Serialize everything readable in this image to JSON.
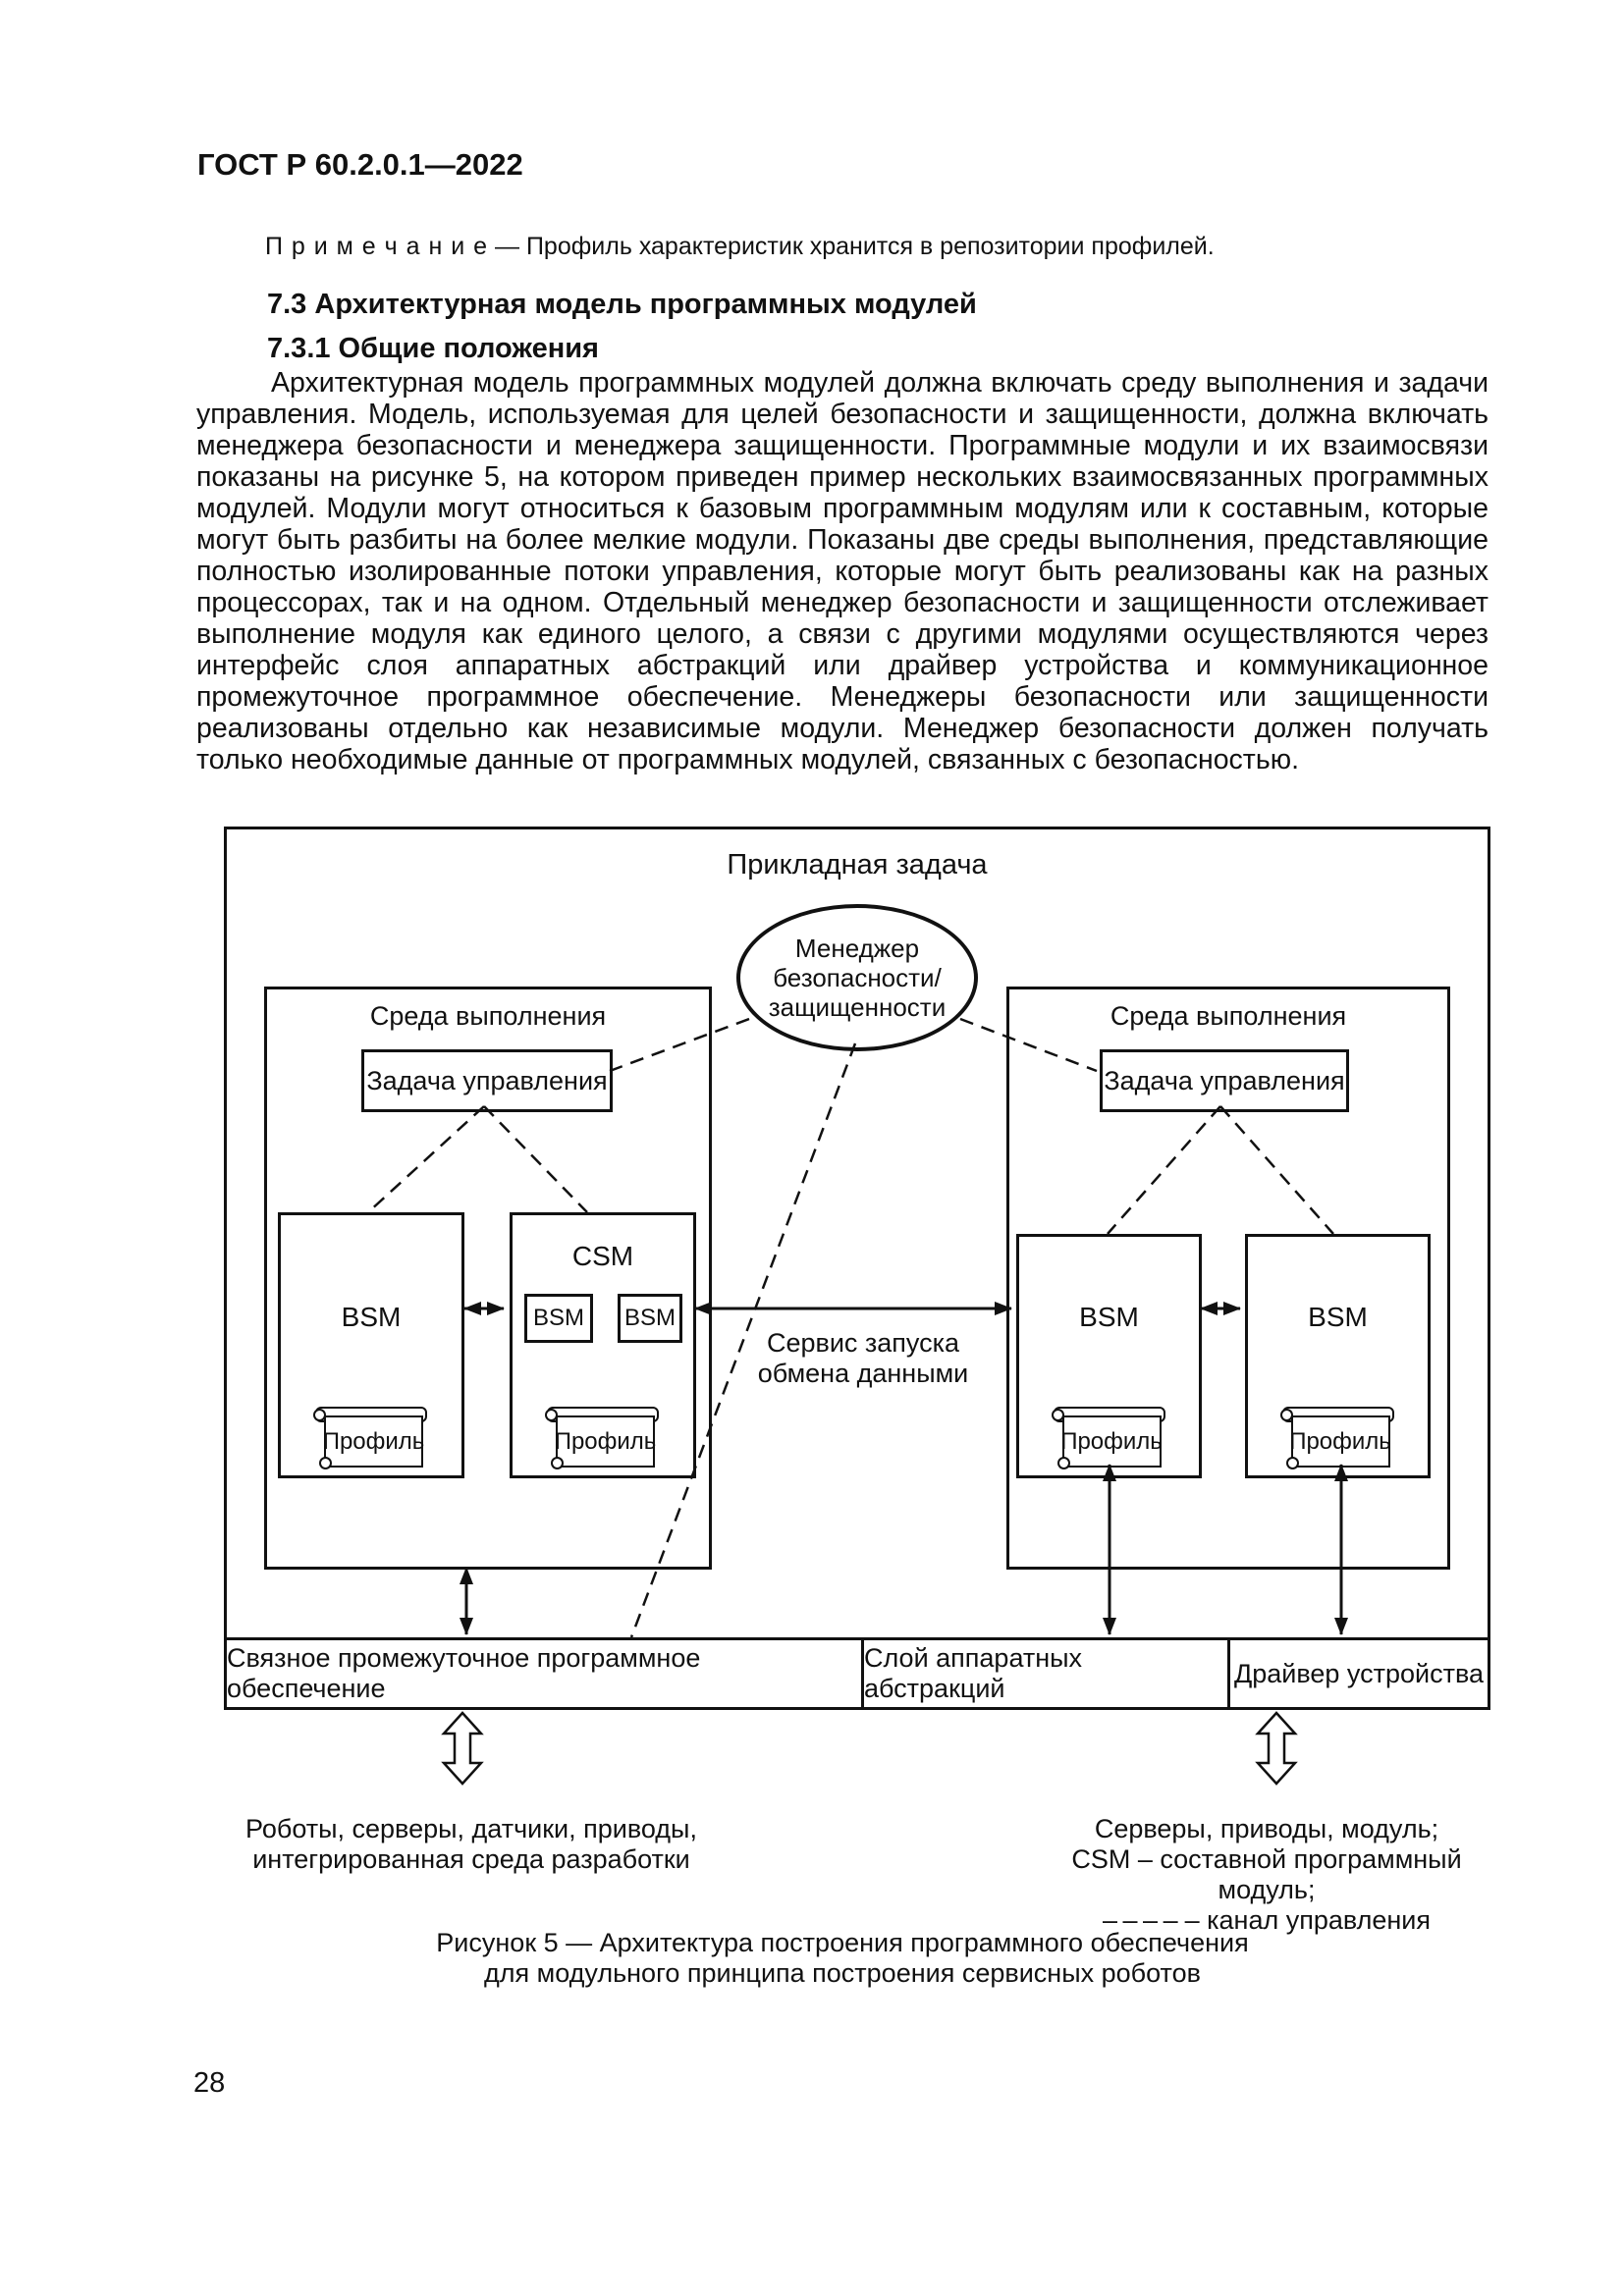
{
  "colors": {
    "ink": "#111111",
    "background": "#ffffff"
  },
  "page": {
    "header": "ГОСТ Р 60.2.0.1—2022",
    "note_label": "П р и м е ч а н и е",
    "note_text": "— Профиль характеристик хранится в репозитории профилей.",
    "heading_73": "7.3 Архитектурная модель программных модулей",
    "heading_731": "7.3.1 Общие положения",
    "paragraph": "Архитектурная модель программных модулей должна включать среду выполнения и задачи управления. Модель, используемая для целей безопасности и защищенности, должна включать менеджера безопасности и менеджера защищенности. Программные модули и их взаимосвязи показаны на рисунке 5, на котором приведен пример нескольких взаимосвязанных программных модулей. Модули могут относиться к базовым программным модулям или к составным, которые могут быть разбиты на более мелкие модули. Показаны две среды выполнения, представляющие полностью изолированные потоки управления, которые могут быть реализованы как на разных процессорах, так и на одном. Отдельный менеджер безопасности и защищенности отслеживает выполнение модуля как единого целого, а связи с другими модулями осуществляются через интерфейс слоя аппаратных абстракций или драйвер устройства и коммуникационное промежуточное программное обеспечение. Менеджеры безопасности или защищенности реализованы отдельно как независимые модули. Менеджер безопасности должен получать только необходимые данные от программных модулей, связанных с безопасностью.",
    "page_number": "28"
  },
  "diagram": {
    "title": "Прикладная задача",
    "manager_lines": [
      "Менеджер",
      "безопасности/",
      "защищенности"
    ],
    "env_label": "Среда выполнения",
    "control_task_label": "Задача управления",
    "bsm_label": "BSM",
    "csm_label": "CSM",
    "profile_label": "Профиль",
    "service_line1": "Сервис запуска",
    "service_line2": "обмена данными",
    "bottom_row": [
      "Связное промежуточное программное обеспечение",
      "Слой аппаратных абстракций",
      "Драйвер устройства"
    ]
  },
  "captions": {
    "left_line1": "Роботы, серверы, датчики, приводы,",
    "left_line2": "интегрированная среда разработки",
    "right_line1": "Серверы, приводы, модуль;",
    "right_line2": "CSM – составной программный модуль;",
    "right_dash_sample": "– – – –",
    "right_line3_text": "– канал управления",
    "figure_line1": "Рисунок 5 — Архитектура построения программного обеспечения",
    "figure_line2": "для модульного принципа построения сервисных роботов"
  }
}
